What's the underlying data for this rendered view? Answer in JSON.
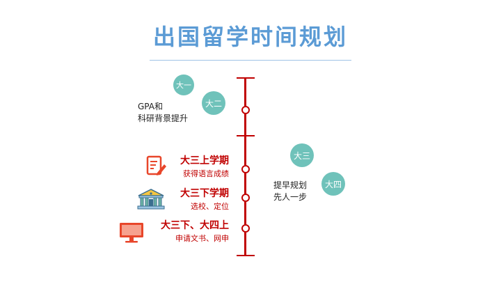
{
  "title": "出国留学时间规划",
  "years": {
    "y1": "大一",
    "y2": "大二",
    "y3": "大三",
    "y4": "大四"
  },
  "notes": {
    "left_line1": "GPA和",
    "left_line2": "科研背景提升",
    "right_line1": "提早规划",
    "right_line2": "先人一步"
  },
  "phases": [
    {
      "title": "大三上学期",
      "subtitle": "获得语言成绩",
      "icon": "pencil-document-icon"
    },
    {
      "title": "大三下学期",
      "subtitle": "选校、定位",
      "icon": "university-building-icon"
    },
    {
      "title": "大三下、大四上",
      "subtitle": "申请文书、网申",
      "icon": "monitor-icon"
    }
  ],
  "colors": {
    "title": "#5b9bd5",
    "timeline": "#c00000",
    "bubble": "#6fc2ba",
    "icon_orange": "#e8462a"
  }
}
